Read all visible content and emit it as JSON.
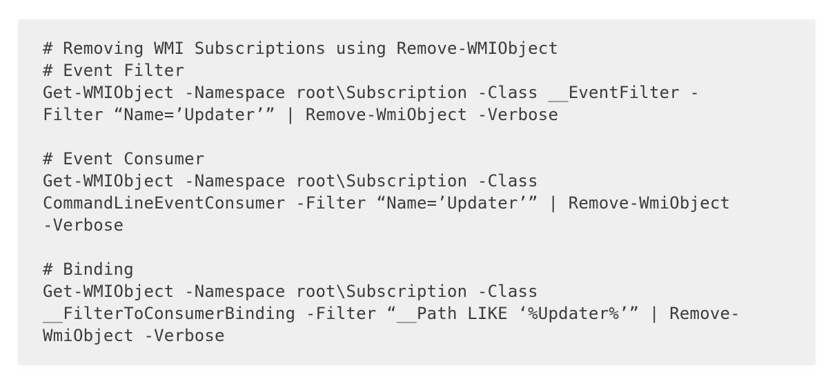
{
  "colors": {
    "page_background": "#ffffff",
    "code_block_background": "#efefef",
    "code_text": "#3d3d3d"
  },
  "code_block": {
    "language": "powershell",
    "lines": [
      "# Removing WMI Subscriptions using Remove-WMIObject",
      "# Event Filter",
      "Get-WMIObject -Namespace root\\Subscription -Class __EventFilter -",
      "Filter “Name=’Updater’” | Remove-WmiObject -Verbose",
      "",
      "# Event Consumer",
      "Get-WMIObject -Namespace root\\Subscription -Class",
      "CommandLineEventConsumer -Filter “Name=’Updater’” | Remove-WmiObject",
      "-Verbose",
      "",
      "# Binding",
      "Get-WMIObject -Namespace root\\Subscription -Class",
      "__FilterToConsumerBinding -Filter “__Path LIKE ‘%Updater%’” | Remove-",
      "WmiObject -Verbose"
    ]
  }
}
